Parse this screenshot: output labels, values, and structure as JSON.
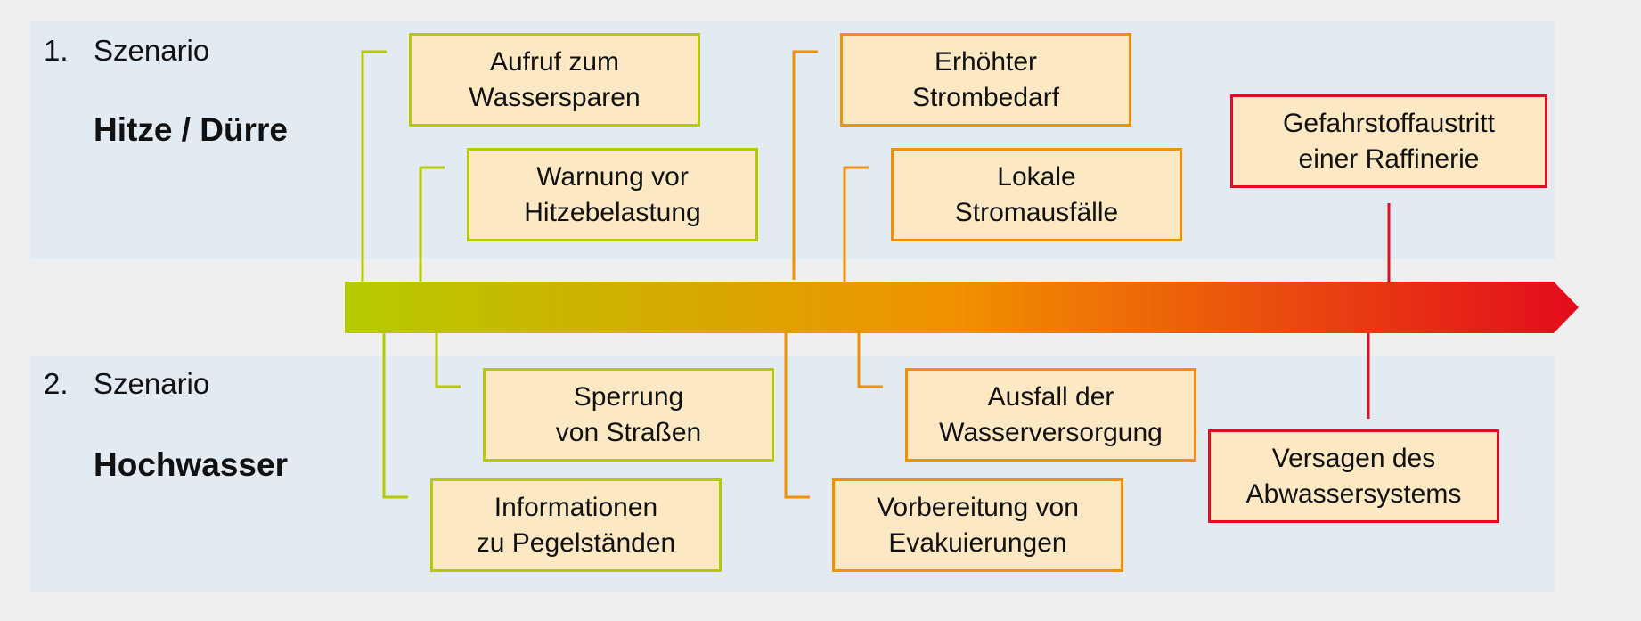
{
  "scenarios": [
    {
      "number": "1.",
      "label": "Szenario",
      "name": "Hitze / Dürre"
    },
    {
      "number": "2.",
      "label": "Szenario",
      "name": "Hochwasser"
    }
  ],
  "events": {
    "aufruf_wassersparen": {
      "text": "Aufruf zum\nWassersparen",
      "color": "#b6ca00"
    },
    "warnung_hitze": {
      "text": "Warnung vor\nHitzebelastung",
      "color": "#b6ca00"
    },
    "erhoehter_strombedarf": {
      "text": "Erhöhter\nStrombedarf",
      "color": "#f19000"
    },
    "lokale_stromausfaelle": {
      "text": "Lokale\nStromausfälle",
      "color": "#f19000"
    },
    "gefahrstoffaustritt": {
      "text": "Gefahrstoffaustritt\neiner Raffinerie",
      "color": "#dc1022"
    },
    "sperrung_strassen": {
      "text": "Sperrung\nvon Straßen",
      "color": "#b6ca00"
    },
    "informationen_pegel": {
      "text": "Informationen\nzu Pegelständen",
      "color": "#b6ca00"
    },
    "ausfall_wasserversorgung": {
      "text": "Ausfall der\nWasserversorgung",
      "color": "#f19000"
    },
    "vorbereitung_evakuierung": {
      "text": "Vorbereitung von\nEvakuierungen",
      "color": "#f19000"
    },
    "versagen_abwasser": {
      "text": "Versagen des\nAbwassersystems",
      "color": "#dc1022"
    }
  },
  "timeline_gradient": [
    "#b6ca00",
    "#f19000",
    "#e30b1c"
  ]
}
